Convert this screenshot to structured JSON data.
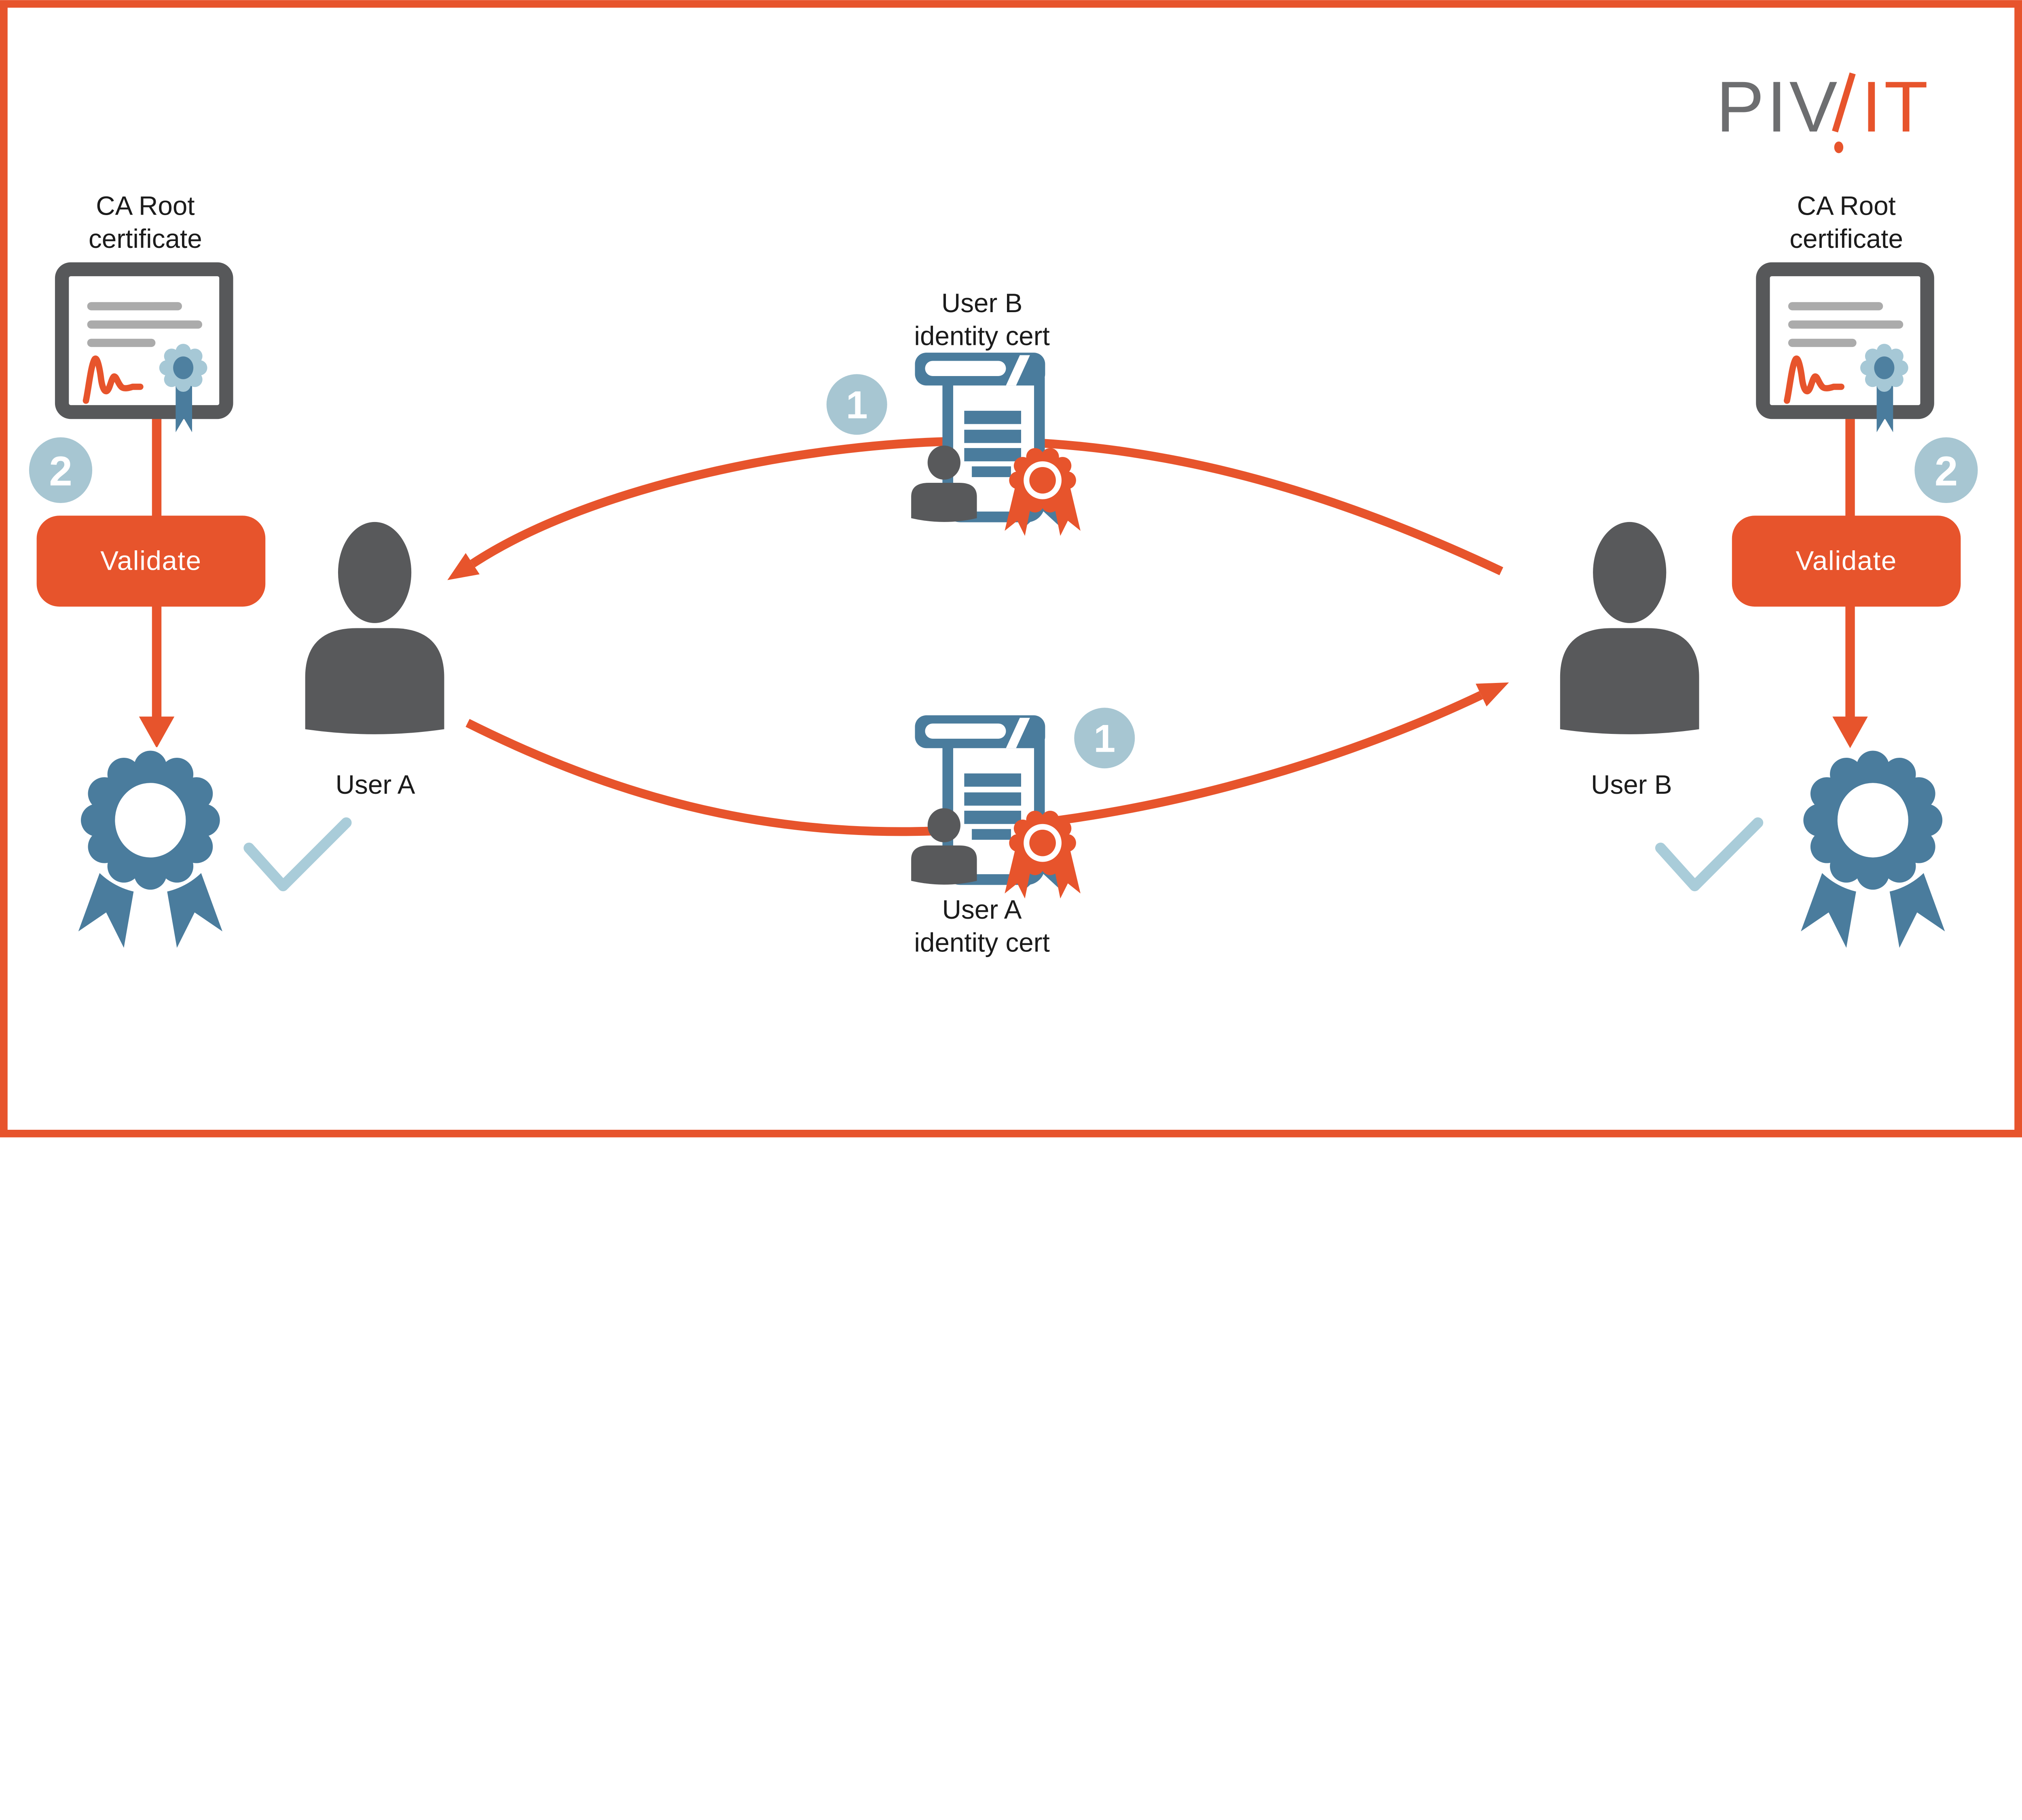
{
  "brand": {
    "name_gray": "PIV",
    "name_accent": "IT"
  },
  "diagram": {
    "left": {
      "title_line1": "CA Root",
      "title_line2": "certificate",
      "step": "2",
      "action": "Validate",
      "user": "User A"
    },
    "right": {
      "title_line1": "CA Root",
      "title_line2": "certificate",
      "step": "2",
      "action": "Validate",
      "user": "User B"
    },
    "exchange_top": {
      "step": "1",
      "title_line1": "User B",
      "title_line2": "identity cert"
    },
    "exchange_bottom": {
      "step": "1",
      "title_line1": "User A",
      "title_line2": "identity cert"
    }
  },
  "colors": {
    "accent_orange": "#E7542C",
    "steel_blue": "#4A7C9D",
    "badge_light_blue": "#A7C6D2",
    "check_light_blue": "#A9CCD9",
    "cert_rosette_light": "#A6C8D6",
    "cert_rosette_dark": "#4E80A0",
    "person_gray": "#58595B",
    "frame_gray": "#57585A",
    "line_gray": "#ABABAB",
    "text_black": "#1B1B1B",
    "logo_gray": "#6D6E70",
    "background": "#FFFFFF"
  }
}
